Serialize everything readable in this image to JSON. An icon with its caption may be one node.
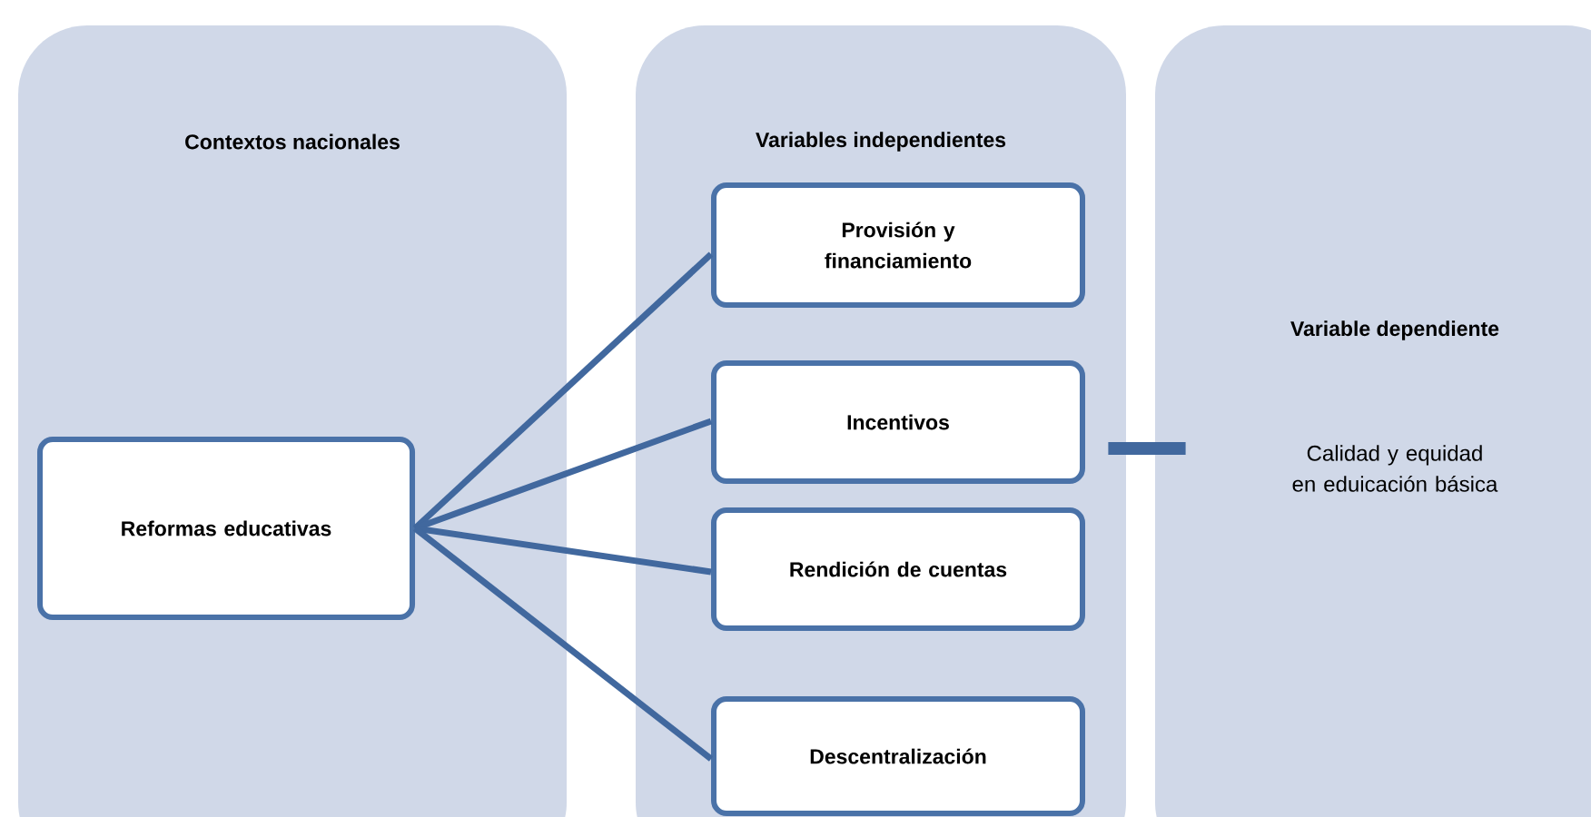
{
  "diagram": {
    "nodes": [
      {
        "text": [
          "Contextos nacionales"
        ]
      },
      {
        "text": [
          "Reformas educativas"
        ],
        "in": 0
      },
      {
        "text": [
          "Variables independientes"
        ]
      },
      {
        "text": [
          "Provisión y financiamiento"
        ],
        "in": 2
      },
      {
        "text": [
          "Incentivos"
        ],
        "in": 2
      },
      {
        "text": [
          "Rendición de cuentas"
        ],
        "in": 2
      },
      {
        "text": [
          "Descentralización"
        ],
        "in": 2
      },
      {
        "text": [
          "Variable dependiente",
          "Calidad y equidad en eduicación básica"
        ]
      }
    ],
    "edges": [
      {
        "from": 1,
        "to": 3,
        "arrow": "none"
      },
      {
        "from": 1,
        "to": 4,
        "arrow": "none"
      },
      {
        "from": 1,
        "to": 5,
        "arrow": "none"
      },
      {
        "from": 1,
        "to": 6,
        "arrow": "none"
      },
      {
        "from": 2,
        "to": 7,
        "arrow": "none",
        "style": "thick"
      }
    ]
  }
}
